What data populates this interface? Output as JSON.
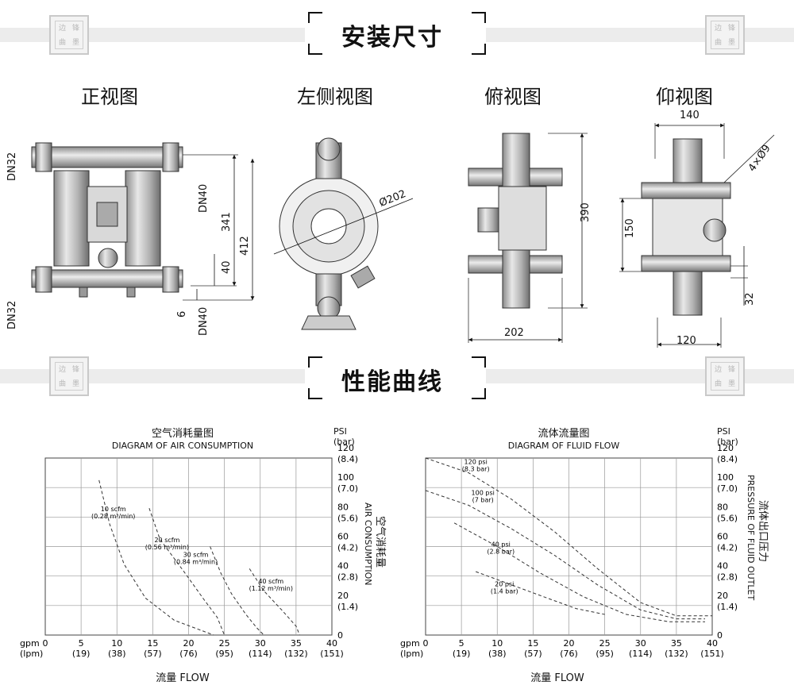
{
  "section1": {
    "title": "安装尺寸"
  },
  "section2": {
    "title": "性能曲线"
  },
  "seal": {
    "chars": [
      "边",
      "锋",
      "曲",
      "墨"
    ]
  },
  "views": [
    {
      "title": "正视图"
    },
    {
      "title": "左侧视图"
    },
    {
      "title": "俯视图"
    },
    {
      "title": "仰视图"
    }
  ],
  "dims": {
    "front": {
      "dn32_top": "DN32",
      "dn32_bottom": "DN32",
      "dn40_top": "DN40",
      "dn40_bottom": "DN40",
      "d341": "341",
      "d412": "412",
      "d40": "40",
      "d6": "6"
    },
    "side": {
      "dia": "Ø202"
    },
    "top": {
      "d390": "390",
      "d202": "202"
    },
    "bottom": {
      "d140": "140",
      "d150": "150",
      "d32": "32",
      "d120": "120",
      "holes": "4×Ø9"
    }
  },
  "chart_data": [
    {
      "type": "line",
      "title": "空气消耗量图",
      "subtitle": "DIAGRAM OF AIR CONSUMPTION",
      "xlabel": "流量  FLOW",
      "ylabel": "AIR CONSUMPTION",
      "ylabel_cn": "空气消耗量",
      "y_unit_top": "PSI",
      "y_unit_bottom": "(bar)",
      "x_ticks": [
        {
          "v": "0",
          "sub": ""
        },
        {
          "v": "5",
          "sub": "(19)"
        },
        {
          "v": "10",
          "sub": "(38)"
        },
        {
          "v": "15",
          "sub": "(57)"
        },
        {
          "v": "20",
          "sub": "(76)"
        },
        {
          "v": "25",
          "sub": "(95)"
        },
        {
          "v": "30",
          "sub": "(114)"
        },
        {
          "v": "35",
          "sub": "(132)"
        },
        {
          "v": "40",
          "sub": "(151)"
        }
      ],
      "x_unit_top": "gpm",
      "x_unit_bottom": "(lpm)",
      "y_ticks": [
        {
          "v": "0",
          "sub": ""
        },
        {
          "v": "20",
          "sub": "(1.4)"
        },
        {
          "v": "40",
          "sub": "(2.8)"
        },
        {
          "v": "60",
          "sub": "(4.2)"
        },
        {
          "v": "80",
          "sub": "(5.6)"
        },
        {
          "v": "100",
          "sub": "(7.0)"
        },
        {
          "v": "120",
          "sub": "(8.4)"
        }
      ],
      "xlim": [
        0,
        40
      ],
      "ylim": [
        0,
        120
      ],
      "series": [
        {
          "name": "10 scfm",
          "name2": "(0.28 m³/min)",
          "points": [
            [
              7.5,
              105
            ],
            [
              9,
              75
            ],
            [
              11,
              48
            ],
            [
              14,
              25
            ],
            [
              18,
              10
            ],
            [
              23.5,
              0
            ]
          ]
        },
        {
          "name": "20 scfm",
          "name2": "(0.56 m³/min)",
          "points": [
            [
              14.5,
              86
            ],
            [
              16,
              65
            ],
            [
              19.5,
              42
            ],
            [
              22,
              25
            ],
            [
              24,
              12
            ],
            [
              25,
              0
            ]
          ]
        },
        {
          "name": "30 scfm",
          "name2": "(0.84 m³/min)",
          "points": [
            [
              23,
              60
            ],
            [
              24.5,
              42
            ],
            [
              26,
              28
            ],
            [
              28,
              14
            ],
            [
              29.5,
              5
            ],
            [
              30.5,
              0
            ]
          ]
        },
        {
          "name": "40 scfm",
          "name2": "(1.12 m³/min)",
          "points": [
            [
              28.5,
              45
            ],
            [
              30.5,
              30
            ],
            [
              33,
              17
            ],
            [
              35,
              6
            ],
            [
              35.5,
              0
            ]
          ]
        }
      ]
    },
    {
      "type": "line",
      "title": "流体流量图",
      "subtitle": "DIAGRAM OF FLUID FLOW",
      "xlabel": "流量  FLOW",
      "ylabel": "PRESSURE OF FLUID OUTLET",
      "ylabel_cn": "流体出口压力",
      "y_unit_top": "PSI",
      "y_unit_bottom": "(bar)",
      "x_ticks": [
        {
          "v": "0",
          "sub": ""
        },
        {
          "v": "5",
          "sub": "(19)"
        },
        {
          "v": "10",
          "sub": "(38)"
        },
        {
          "v": "15",
          "sub": "(57)"
        },
        {
          "v": "20",
          "sub": "(76)"
        },
        {
          "v": "25",
          "sub": "(95)"
        },
        {
          "v": "30",
          "sub": "(114)"
        },
        {
          "v": "35",
          "sub": "(132)"
        },
        {
          "v": "40",
          "sub": "(151)"
        }
      ],
      "x_unit_top": "gpm",
      "x_unit_bottom": "(lpm)",
      "y_ticks": [
        {
          "v": "0",
          "sub": ""
        },
        {
          "v": "20",
          "sub": "(1.4)"
        },
        {
          "v": "40",
          "sub": "(2.8)"
        },
        {
          "v": "60",
          "sub": "(4.2)"
        },
        {
          "v": "80",
          "sub": "(5.6)"
        },
        {
          "v": "100",
          "sub": "(7.0)"
        },
        {
          "v": "120",
          "sub": "(8.4)"
        }
      ],
      "xlim": [
        0,
        40
      ],
      "ylim": [
        0,
        120
      ],
      "series": [
        {
          "name": "120 psi",
          "name2": "(8.3 bar)",
          "points": [
            [
              0,
              120
            ],
            [
              6,
              110
            ],
            [
              12,
              92
            ],
            [
              18,
              70
            ],
            [
              24,
              45
            ],
            [
              30,
              22
            ],
            [
              35,
              13
            ],
            [
              40,
              13
            ]
          ]
        },
        {
          "name": "100 psi",
          "name2": "(7 bar)",
          "points": [
            [
              0,
              98
            ],
            [
              6,
              88
            ],
            [
              12,
              72
            ],
            [
              18,
              54
            ],
            [
              24,
              34
            ],
            [
              30,
              17
            ],
            [
              35,
              11
            ],
            [
              39,
              11
            ]
          ]
        },
        {
          "name": "40 psi",
          "name2": "(2.8 bar)",
          "points": [
            [
              4,
              76
            ],
            [
              10,
              60
            ],
            [
              16,
              42
            ],
            [
              22,
              26
            ],
            [
              28,
              14
            ],
            [
              34,
              9
            ],
            [
              39,
              9
            ]
          ]
        },
        {
          "name": "20 psi",
          "name2": "(1.4 bar)",
          "points": [
            [
              7,
              43
            ],
            [
              12,
              34
            ],
            [
              17,
              25
            ],
            [
              21,
              18
            ],
            [
              25,
              14
            ]
          ]
        }
      ]
    }
  ]
}
